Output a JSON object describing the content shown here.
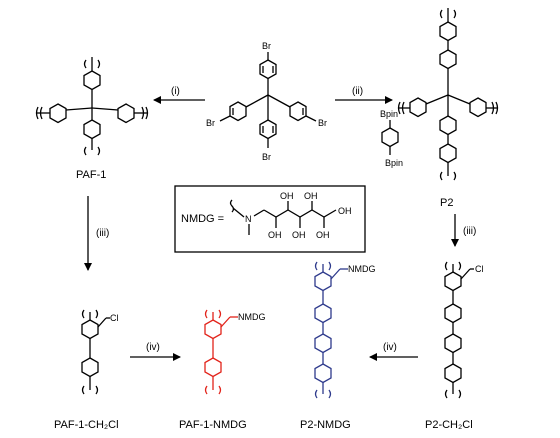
{
  "colors": {
    "black": "#000000",
    "red": "#e2231a",
    "blue": "#2e3a8c"
  },
  "atoms": {
    "br": "Br",
    "bpin": "Bpin",
    "cl": "Cl",
    "nmdg": "NMDG",
    "n": "N",
    "oh": "OH"
  },
  "steps": {
    "i": "(i)",
    "ii": "(ii)",
    "iii": "(iii)",
    "iv": "(iv)"
  },
  "labels": {
    "paf1": "PAF-1",
    "p2": "P2",
    "paf1_ch2cl": "PAF-1-CH₂Cl",
    "paf1_nmdg": "PAF-1-NMDG",
    "p2_nmdg": "P2-NMDG",
    "p2_ch2cl": "P2-CH₂Cl"
  },
  "legend": {
    "nmdg_def": "NMDG ="
  }
}
